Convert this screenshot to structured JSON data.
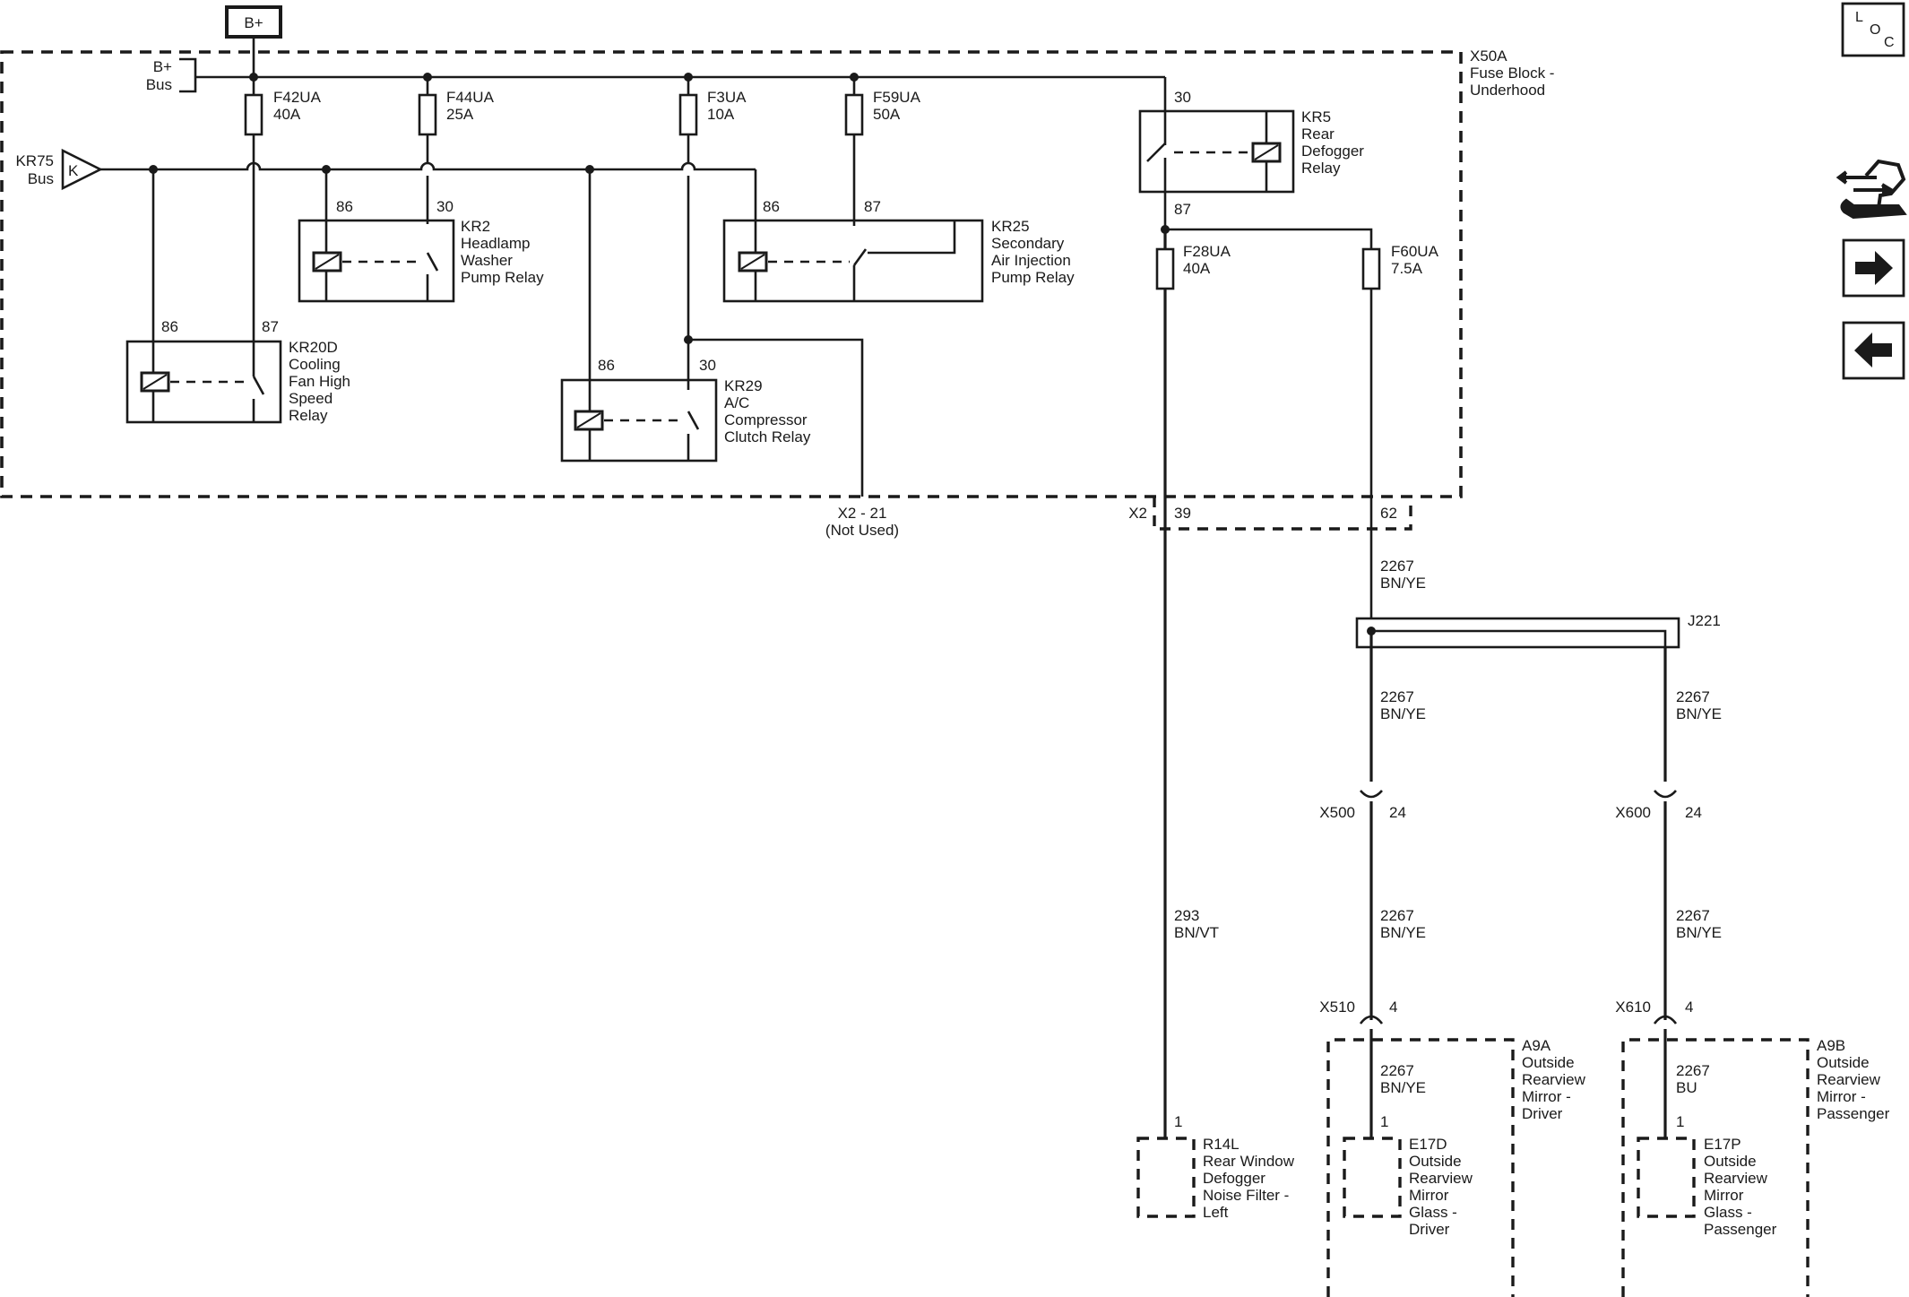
{
  "bplus_label": "B+",
  "bplus_bus": [
    "B+",
    "Bus"
  ],
  "kr75_bus": [
    "KR75",
    "Bus"
  ],
  "kr75_k": "K",
  "fuse_block": [
    "X50A",
    "Fuse Block -",
    "Underhood"
  ],
  "fuses": {
    "f42ua": [
      "F42UA",
      "40A"
    ],
    "f44ua": [
      "F44UA",
      "25A"
    ],
    "f3ua": [
      "F3UA",
      "10A"
    ],
    "f59ua": [
      "F59UA",
      "50A"
    ],
    "f28ua": [
      "F28UA",
      "40A"
    ],
    "f60ua": [
      "F60UA",
      "7.5A"
    ]
  },
  "relays": {
    "kr20d": [
      "KR20D",
      "Cooling",
      "Fan High",
      "Speed",
      "Relay"
    ],
    "kr2": [
      "KR2",
      "Headlamp",
      "Washer",
      "Pump Relay"
    ],
    "kr29": [
      "KR29",
      "A/C",
      "Compressor",
      "Clutch Relay"
    ],
    "kr25": [
      "KR25",
      "Secondary",
      "Air Injection",
      "Pump Relay"
    ],
    "kr5": [
      "KR5",
      "Rear",
      "Defogger",
      "Relay"
    ]
  },
  "pins": {
    "p86": "86",
    "p87": "87",
    "p30": "30"
  },
  "x2_21": [
    "X2 - 21",
    "(Not Used)"
  ],
  "x2": {
    "label": "X2",
    "p39": "39",
    "p62": "62"
  },
  "wires": {
    "c2267_byye": [
      "2267",
      "BN/YE"
    ],
    "c2267_bu": [
      "2267",
      "BU"
    ],
    "c293_bnvt": [
      "293",
      "BN/VT"
    ]
  },
  "splice": "J221",
  "connectors": {
    "x500": {
      "name": "X500",
      "pin": "24"
    },
    "x600": {
      "name": "X600",
      "pin": "24"
    },
    "x510": {
      "name": "X510",
      "pin": "4"
    },
    "x610": {
      "name": "X610",
      "pin": "4"
    }
  },
  "pin1": "1",
  "components": {
    "r14l": [
      "R14L",
      "Rear Window",
      "Defogger",
      "Noise Filter -",
      "Left"
    ],
    "a9a": [
      "A9A",
      "Outside",
      "Rearview",
      "Mirror -",
      "Driver"
    ],
    "a9b": [
      "A9B",
      "Outside",
      "Rearview",
      "Mirror -",
      "Passenger"
    ],
    "e17d": [
      "E17D",
      "Outside",
      "Rearview",
      "Mirror",
      "Glass -",
      "Driver"
    ],
    "e17p": [
      "E17P",
      "Outside",
      "Rearview",
      "Mirror",
      "Glass -",
      "Passenger"
    ]
  },
  "loc_button": {
    "l": "L",
    "o": "O",
    "c": "C"
  },
  "icons": {
    "loc": "location-icon",
    "wrench": "wrench-connector-icon",
    "next": "arrow-right-icon",
    "prev": "arrow-left-icon"
  }
}
